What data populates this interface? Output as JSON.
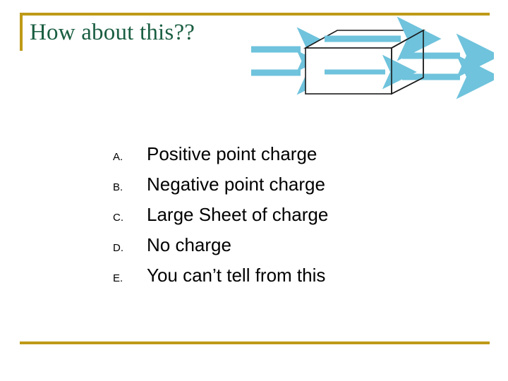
{
  "slide": {
    "title": "How about this??",
    "background_color": "#ffffff",
    "accent_color": "#BE9A17",
    "title_color": "#1A5E42"
  },
  "decor": {
    "top_rule_name": "top-gold-rule",
    "left_rule_name": "left-gold-rule",
    "bottom_rule_name": "bottom-gold-rule"
  },
  "figure": {
    "description": "Three-dimensional rectangular box with uniform field arrows entering on the left and exiting on the right",
    "box_line_color": "#1A1A1A",
    "arrow_color": "#6FC3DC",
    "arrows": [
      {
        "name": "incoming-arrow-upper",
        "direction": "right"
      },
      {
        "name": "incoming-arrow-lower",
        "direction": "right"
      },
      {
        "name": "top-face-arrow",
        "direction": "right"
      },
      {
        "name": "front-face-arrow",
        "direction": "right"
      },
      {
        "name": "outgoing-arrow-upper",
        "direction": "right"
      },
      {
        "name": "outgoing-arrow-lower",
        "direction": "right"
      }
    ]
  },
  "answers": {
    "items": [
      {
        "marker": "A.",
        "text": "Positive point charge"
      },
      {
        "marker": "B.",
        "text": "Negative point charge"
      },
      {
        "marker": "C.",
        "text": "Large Sheet of charge"
      },
      {
        "marker": "D.",
        "text": "No charge"
      },
      {
        "marker": "E.",
        "text": "You can’t tell from this"
      }
    ]
  }
}
